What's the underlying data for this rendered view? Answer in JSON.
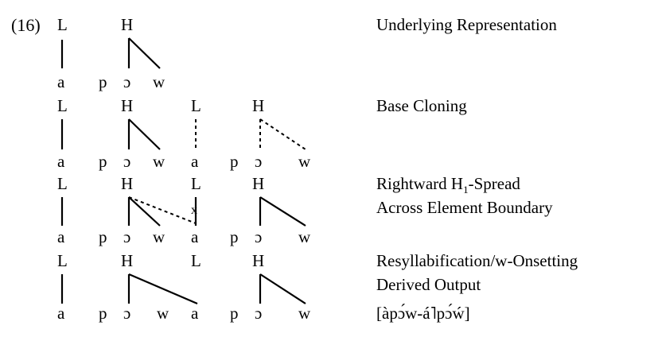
{
  "example_number": "(16)",
  "rows": [
    {
      "id": "underlying",
      "label_lines": [
        "Underlying Representation"
      ],
      "tones": [
        "L",
        "H"
      ],
      "segments": [
        "a",
        "p",
        "ɔ",
        "w"
      ]
    },
    {
      "id": "base-cloning",
      "label_lines": [
        "Base Cloning"
      ],
      "tones": [
        "L",
        "H",
        "L",
        "H"
      ],
      "segments": [
        "a",
        "p",
        "ɔ",
        "w",
        "a",
        "p",
        "ɔ",
        "w"
      ]
    },
    {
      "id": "rightward-spread",
      "label_lines": [
        "Rightward H",
        "Across Element Boundary"
      ],
      "label_subscript": "1",
      "label_suffix": "-Spread",
      "tones": [
        "L",
        "H",
        "L",
        "H"
      ],
      "segments": [
        "a",
        "p",
        "ɔ",
        "w",
        "a",
        "p",
        "ɔ",
        "w"
      ],
      "delink_mark": "x"
    },
    {
      "id": "derived-output",
      "label_lines": [
        "Resyllabification/w-Onsetting",
        "Derived Output",
        "[àpɔ́w-á˥pɔ́ẃ]"
      ],
      "tones": [
        "L",
        "H",
        "L",
        "H"
      ],
      "segments": [
        "a",
        "p",
        "ɔ",
        "w",
        "a",
        "p",
        "ɔ",
        "w"
      ]
    }
  ]
}
